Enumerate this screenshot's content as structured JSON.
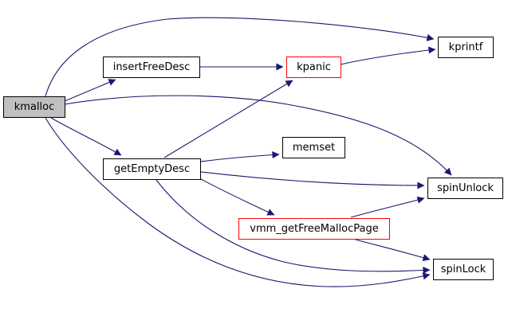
{
  "diagram": {
    "type": "call-graph",
    "root_function": "kmalloc",
    "background_color": "#ffffff",
    "edge_color": "#191970",
    "node_fill_default": "#ffffff",
    "node_fill_root": "#c0c0c0",
    "node_border_default": "#000000",
    "node_border_highlight": "#ff0000",
    "nodes": [
      {
        "id": "kmalloc",
        "label": "kmalloc",
        "fill": "#c0c0c0",
        "border": "#000000"
      },
      {
        "id": "insertFreeDesc",
        "label": "insertFreeDesc",
        "fill": "#ffffff",
        "border": "#000000"
      },
      {
        "id": "kpanic",
        "label": "kpanic",
        "fill": "#ffffff",
        "border": "#ff0000"
      },
      {
        "id": "kprintf",
        "label": "kprintf",
        "fill": "#ffffff",
        "border": "#000000"
      },
      {
        "id": "getEmptyDesc",
        "label": "getEmptyDesc",
        "fill": "#ffffff",
        "border": "#000000"
      },
      {
        "id": "memset",
        "label": "memset",
        "fill": "#ffffff",
        "border": "#000000"
      },
      {
        "id": "spinUnlock",
        "label": "spinUnlock",
        "fill": "#ffffff",
        "border": "#000000"
      },
      {
        "id": "vmm_getFreeMallocPage",
        "label": "vmm_getFreeMallocPage",
        "fill": "#ffffff",
        "border": "#ff0000"
      },
      {
        "id": "spinLock",
        "label": "spinLock",
        "fill": "#ffffff",
        "border": "#000000"
      }
    ],
    "edges": [
      {
        "from": "kmalloc",
        "to": "kprintf"
      },
      {
        "from": "kmalloc",
        "to": "insertFreeDesc"
      },
      {
        "from": "kmalloc",
        "to": "getEmptyDesc"
      },
      {
        "from": "kmalloc",
        "to": "spinUnlock"
      },
      {
        "from": "kmalloc",
        "to": "spinLock"
      },
      {
        "from": "insertFreeDesc",
        "to": "kpanic"
      },
      {
        "from": "kpanic",
        "to": "kprintf"
      },
      {
        "from": "getEmptyDesc",
        "to": "kpanic"
      },
      {
        "from": "getEmptyDesc",
        "to": "memset"
      },
      {
        "from": "getEmptyDesc",
        "to": "spinUnlock"
      },
      {
        "from": "getEmptyDesc",
        "to": "vmm_getFreeMallocPage"
      },
      {
        "from": "getEmptyDesc",
        "to": "spinLock"
      },
      {
        "from": "vmm_getFreeMallocPage",
        "to": "spinUnlock"
      },
      {
        "from": "vmm_getFreeMallocPage",
        "to": "spinLock"
      }
    ]
  }
}
